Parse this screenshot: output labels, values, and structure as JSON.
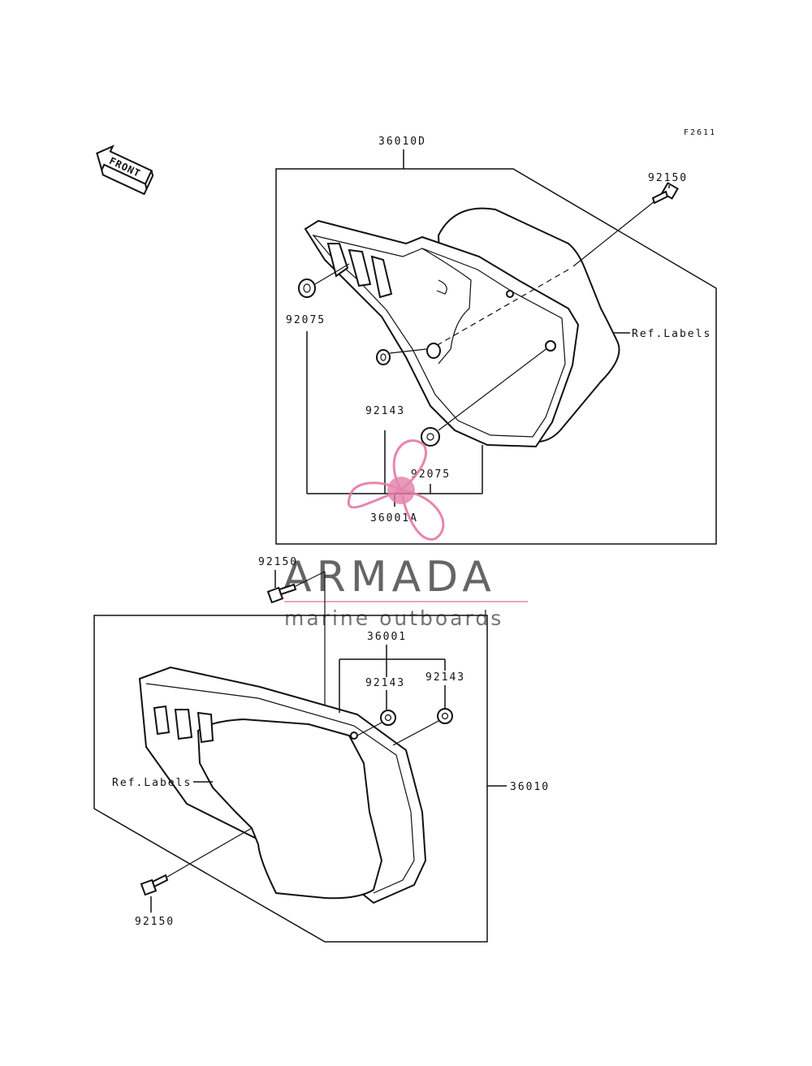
{
  "figure_code": "F2611",
  "front_label": "FRONT",
  "labels": {
    "cover_assy_upper": "36010D",
    "bolt_upper": "92150",
    "grommet_left": "92075",
    "ref_labels_upper": "Ref.Labels",
    "collar_upper": "92143",
    "grommet_right": "92075",
    "cover_upper": "36001A",
    "bolt_middle": "92150",
    "cover_lower": "36001",
    "collar_lower_left": "92143",
    "collar_lower_right": "92143",
    "ref_labels_lower": "Ref.Labels",
    "cover_assy_lower": "36010",
    "bolt_lower": "92150"
  },
  "watermark": {
    "brand": "ARMADA",
    "tagline": "marine outboards",
    "brand_color": "#555555",
    "accent_color": "#e37aa6"
  }
}
